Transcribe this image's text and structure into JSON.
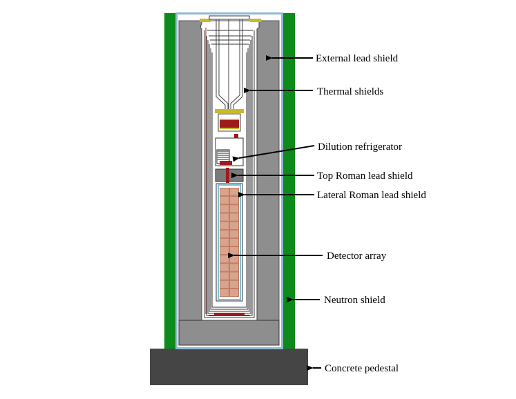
{
  "labels": {
    "external_lead": "External lead shield",
    "thermal": "Thermal shields",
    "dilution": "Dilution refrigerator",
    "top_roman": "Top Roman lead shield",
    "lateral_roman": "Lateral Roman lead shield",
    "detector": "Detector array",
    "neutron": "Neutron shield",
    "concrete": "Concrete pedestal"
  },
  "colors": {
    "neutron_shield": "#0e8a1a",
    "lead": "#8e8e8e",
    "lead_dark": "#6e6e6e",
    "cryostat_frame": "#8fb8d4",
    "concrete": "#454545",
    "copper": "#d9a48d",
    "copper_dark": "#b86e55",
    "plate": "#c8ba2a",
    "red": "#9e1b1b",
    "roman_lead": "#7a7a7a",
    "roman_liner": "#7fc2d6"
  }
}
